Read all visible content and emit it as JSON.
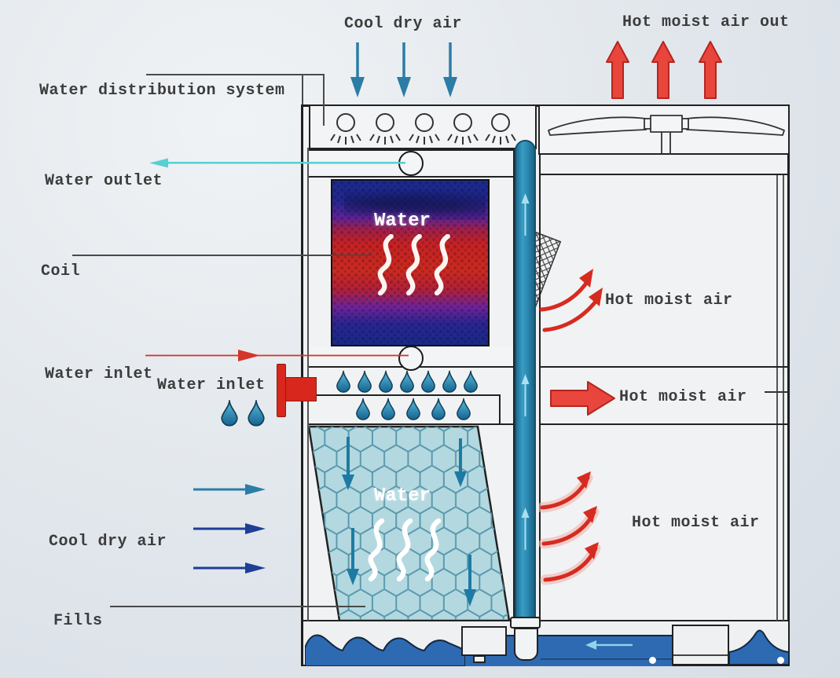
{
  "labels": {
    "top_air_in": "Cool dry air",
    "top_air_out": "Hot moist air out",
    "water_distribution": "Water distribution system",
    "water_outlet": "Water outlet",
    "coil": "Coil",
    "water_inlet_a": "Water inlet",
    "water_inlet_b": "Water inlet",
    "left_air_in": "Cool dry air",
    "fills": "Fills",
    "hot_moist_air_upper": "Hot moist air",
    "hot_moist_air_middle": "Hot moist air",
    "hot_moist_air_lower": "Hot moist air",
    "coil_water": "Water",
    "fill_water": "Water"
  },
  "colors": {
    "cool_air_teal": "#2b7da6",
    "cool_air_navy": "#1e3e97",
    "hot_air_red": "#e8453c",
    "water_outlet_cyan": "#57d0d1",
    "water_inlet_red": "#d3362b",
    "pipe_teal": "#2a89b0",
    "basin_blue": "#2d6ab2",
    "fill_media_teal": "#b3d8e0",
    "coil_hot": "#c52222",
    "coil_cold": "#1a2b8c"
  },
  "icons": {
    "spray_nozzle": "spray-nozzle-icon",
    "fan": "axial-fan-icon",
    "droplet": "water-droplet-icon",
    "drift_eliminator": "drift-eliminator-mesh-icon",
    "heat_squiggle": "heat-squiggle-icon"
  }
}
